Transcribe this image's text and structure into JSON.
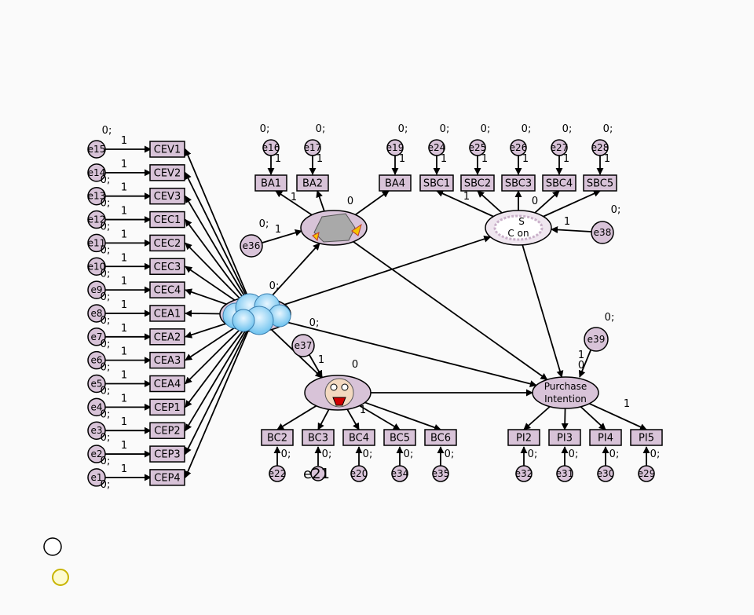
{
  "diagram": {
    "colors": {
      "indicator_fill": "#d8c3d8",
      "error_fill": "#d8c3d8",
      "latent_fill": "#d8c3d8",
      "stroke": "#000000",
      "background": "#fafafa",
      "radio_ring": "#000000",
      "radio_selected_fill": "#fdfbd0",
      "radio_selected_ring": "#c8b400"
    },
    "ce_indicators": [
      "CEV1",
      "CEV2",
      "CEV3",
      "CEC1",
      "CEC2",
      "CEC3",
      "CEC4",
      "CEA1",
      "CEA2",
      "CEA3",
      "CEA4",
      "CEP1",
      "CEP2",
      "CEP3",
      "CEP4"
    ],
    "ce_errors": [
      "e15",
      "e14",
      "e13",
      "e12",
      "e11",
      "e10",
      "e9",
      "e8",
      "e7",
      "e6",
      "e5",
      "e4",
      "e3",
      "e2",
      "e1"
    ],
    "ba_indicators": [
      "BA1",
      "BA2",
      "BA4"
    ],
    "ba_errors": [
      "e16",
      "e17",
      "e19"
    ],
    "sbc_indicators": [
      "SBC1",
      "SBC2",
      "SBC3",
      "SBC4",
      "SBC5"
    ],
    "sbc_errors": [
      "e24",
      "e25",
      "e26",
      "e27",
      "e28"
    ],
    "bc_indicators": [
      "BC2",
      "BC3",
      "BC4",
      "BC5",
      "BC6"
    ],
    "bc_errors": [
      "e22",
      "e21",
      "e20",
      "e34",
      "e35"
    ],
    "pi_indicators": [
      "PI2",
      "PI3",
      "PI4",
      "PI5"
    ],
    "pi_errors": [
      "e32",
      "e31",
      "e30",
      "e29"
    ],
    "disturbances": {
      "ba": "e36",
      "sbc": "e38",
      "bc": "e37",
      "pi": "e39"
    },
    "latent_pi": {
      "line1": "Purchase",
      "line2": "Intention"
    },
    "latent_sbc_fragments": {
      "line1": "S",
      "line2": "C     on"
    },
    "path_values": {
      "one": "1",
      "zero": "0",
      "zero_semi": "0;"
    }
  }
}
